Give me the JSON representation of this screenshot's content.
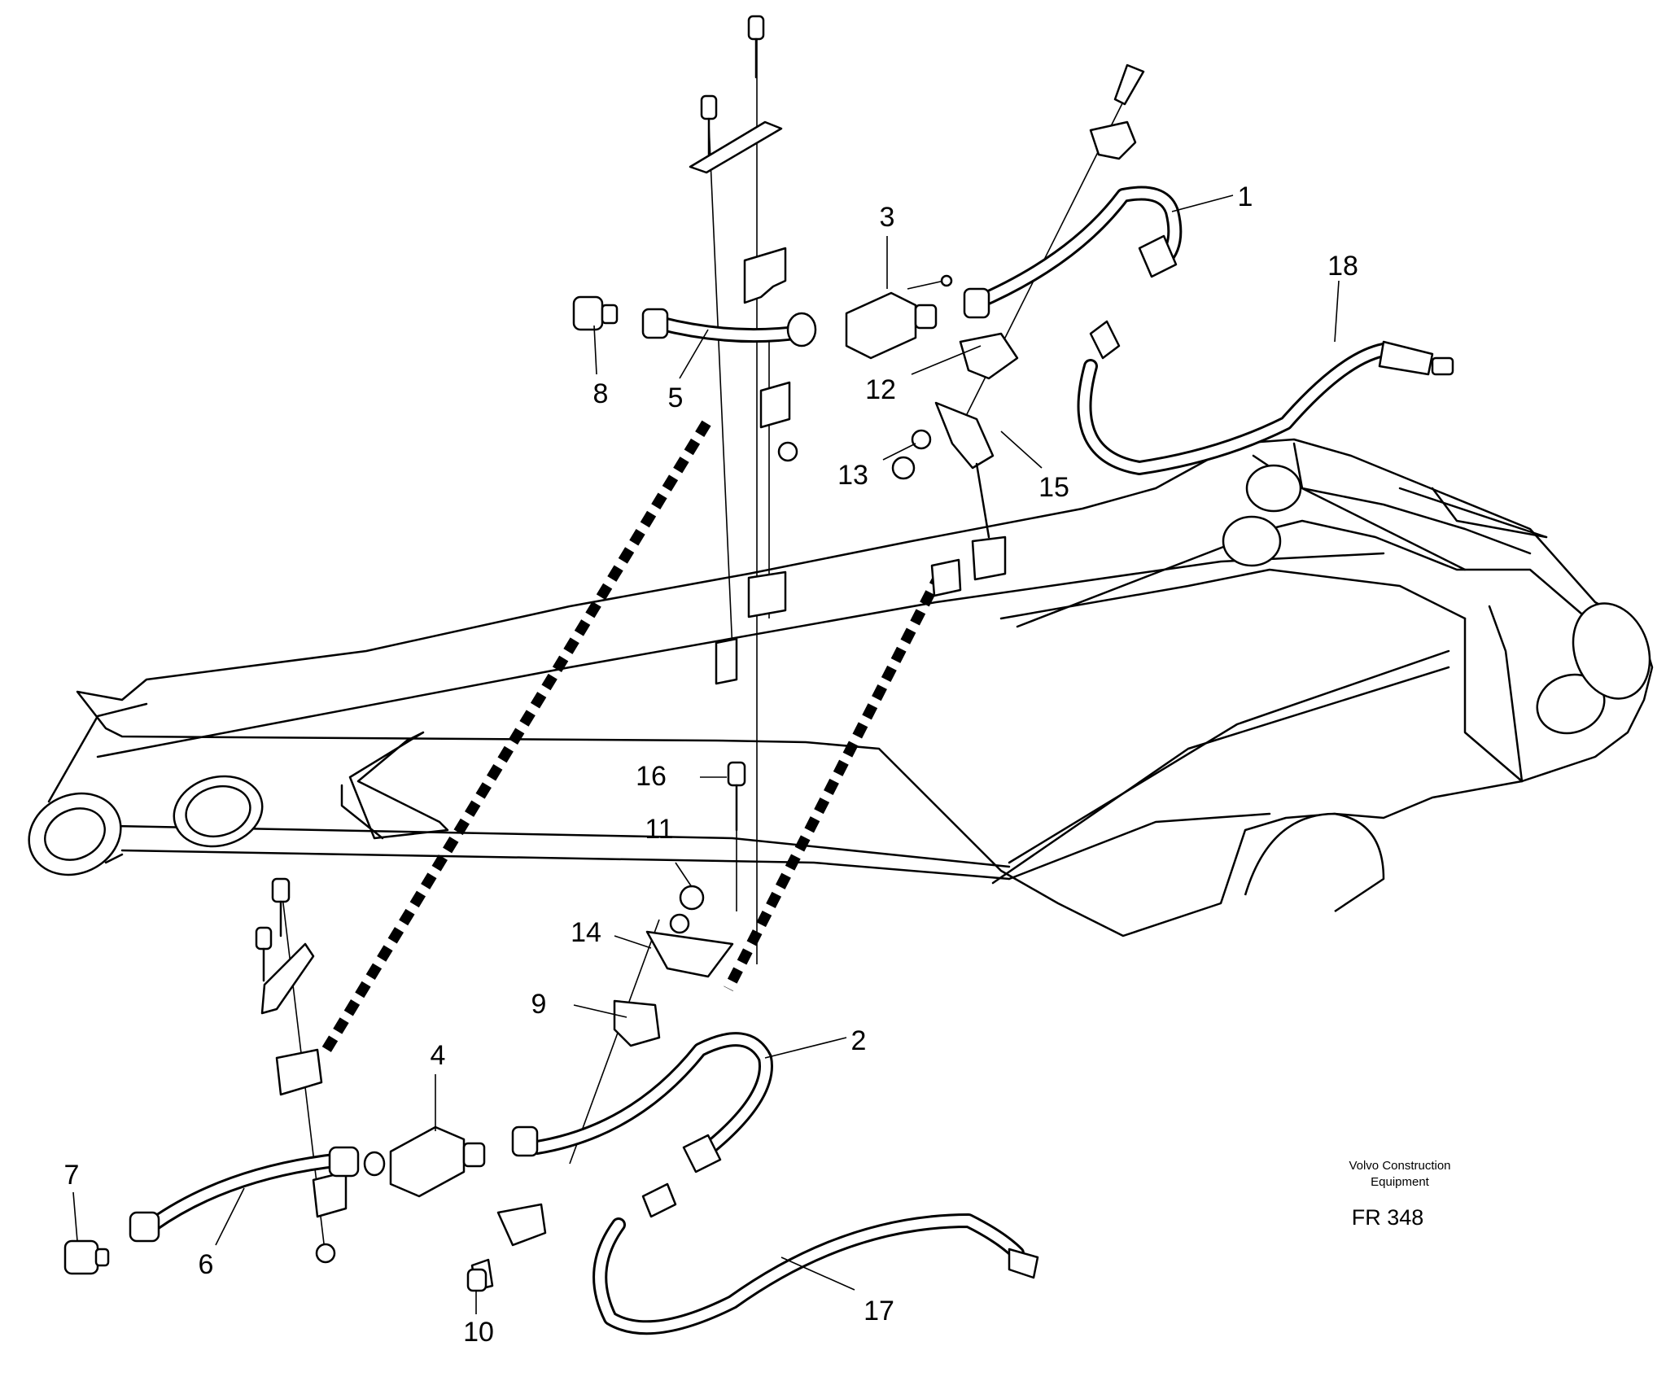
{
  "callouts": [
    "1",
    "2",
    "3",
    "4",
    "5",
    "6",
    "7",
    "8",
    "9",
    "10",
    "11",
    "12",
    "13",
    "14",
    "15",
    "16",
    "17",
    "18"
  ],
  "credit": {
    "line1": "Volvo Construction",
    "line2": "Equipment"
  },
  "figure_code": "FR 348"
}
